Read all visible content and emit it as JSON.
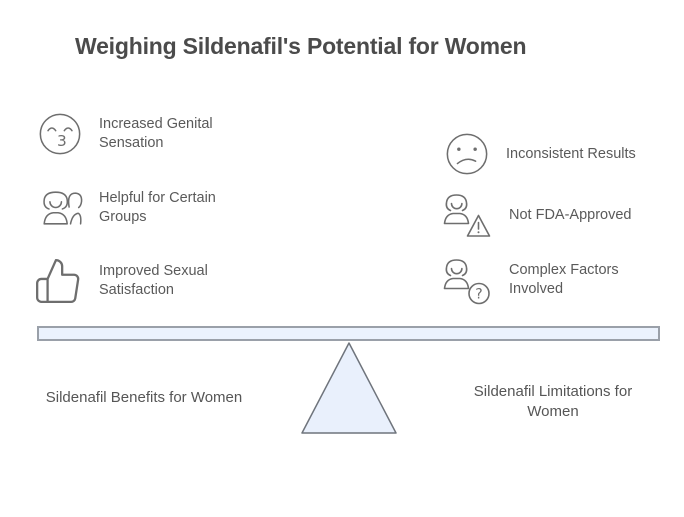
{
  "title": "Weighing Sildenafil's Potential for Women",
  "benefits": {
    "pan_label": "Sildenafil Benefits for Women",
    "items": [
      {
        "icon": "kissing-face-icon",
        "label": "Increased Genital Sensation"
      },
      {
        "icon": "women-group-icon",
        "label": "Helpful for Certain Groups"
      },
      {
        "icon": "thumbs-up-icon",
        "label": "Improved Sexual Satisfaction"
      }
    ]
  },
  "limitations": {
    "pan_label": "Sildenafil Limitations for Women",
    "items": [
      {
        "icon": "sad-face-icon",
        "label": "Inconsistent Results"
      },
      {
        "icon": "woman-warning-icon",
        "label": "Not FDA-Approved"
      },
      {
        "icon": "woman-question-icon",
        "label": "Complex Factors Involved"
      }
    ]
  },
  "glyphs": {
    "kiss_mouth": "3",
    "warning_mark": "!",
    "question_mark": "?"
  },
  "colors": {
    "title_text": "#4b4b4b",
    "item_text": "#5a5a5a",
    "icon_stroke": "#6e6e6e",
    "beam_fill": "#ebf2fd",
    "beam_border": "#9aa0a9",
    "fulcrum_fill": "#e9f0fc",
    "fulcrum_stroke": "#6f747c"
  }
}
